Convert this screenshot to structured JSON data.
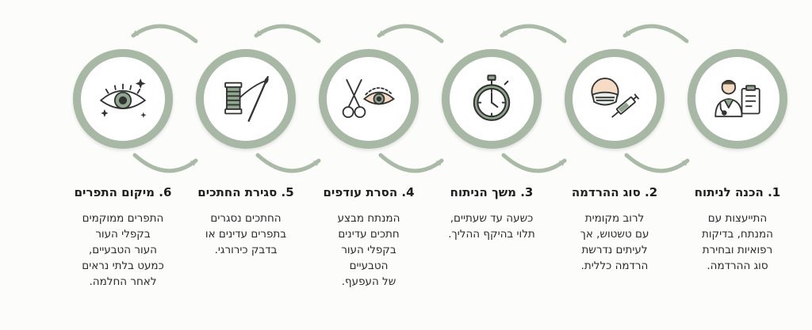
{
  "colors": {
    "accent": "#a7b8a4",
    "arrow": "#a9baa6",
    "text": "#1f1f1f",
    "icon_fill": "#8fa78d"
  },
  "steps": [
    {
      "title": "1. הכנה לניתוח",
      "icon": "doctor-clipboard-icon",
      "lines": [
        "התייעצות עם",
        "המנתח, בדיקות",
        "רפואיות ובחירת",
        "סוג ההרדמה."
      ]
    },
    {
      "title": "2. סוג ההרדמה",
      "icon": "mask-syringe-icon",
      "lines": [
        "לרוב מקומית",
        "עם טשטוש, אך",
        "לעיתים נדרשת",
        "הרדמה כללית."
      ]
    },
    {
      "title": "3. משך הניתוח",
      "icon": "stopwatch-icon",
      "lines": [
        "כשעה עד שעתיים,",
        "תלוי בהיקף ההליך."
      ]
    },
    {
      "title": "4. הסרת עודפים",
      "icon": "scissors-eye-icon",
      "lines": [
        "המנתח מבצע",
        "חתכים עדינים",
        "בקפלי העור",
        "הטבעיים",
        "של העפעף."
      ]
    },
    {
      "title": "5. סגירת החתכים",
      "icon": "needle-thread-icon",
      "lines": [
        "החתכים נסגרים",
        "בתפרים עדינים או",
        "בדבק כירורגי."
      ]
    },
    {
      "title": "6. מיקום התפרים",
      "icon": "sparkling-eye-icon",
      "lines": [
        "התפרים ממוקמים",
        "בקפלי העור",
        "העור הטבעיים,",
        "כמעט בלתי נראים",
        "לאחר החלמה."
      ]
    }
  ]
}
